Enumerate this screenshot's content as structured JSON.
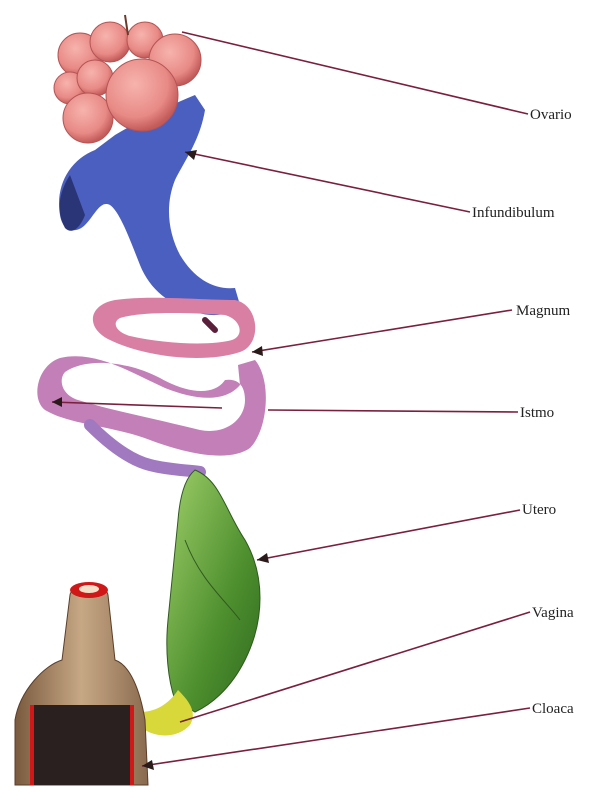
{
  "labels": {
    "ovario": "Ovario",
    "infundibulum": "Infundibulum",
    "magnum": "Magnum",
    "istmo": "Istmo",
    "utero": "Utero",
    "vagina": "Vagina",
    "cloaca": "Cloaca"
  },
  "colors": {
    "ovary": "#e88a86",
    "infundibulum": "#4a5fbf",
    "magnum": "#d97fa3",
    "isthmus": "#b07cc9",
    "uterus": "#5c9a3a",
    "vagina": "#d8d83a",
    "cloaca": "#a98a6a",
    "cloaca_inner": "#2a2020",
    "cloaca_rim": "#d01818",
    "leader": "#7a1f3d"
  }
}
